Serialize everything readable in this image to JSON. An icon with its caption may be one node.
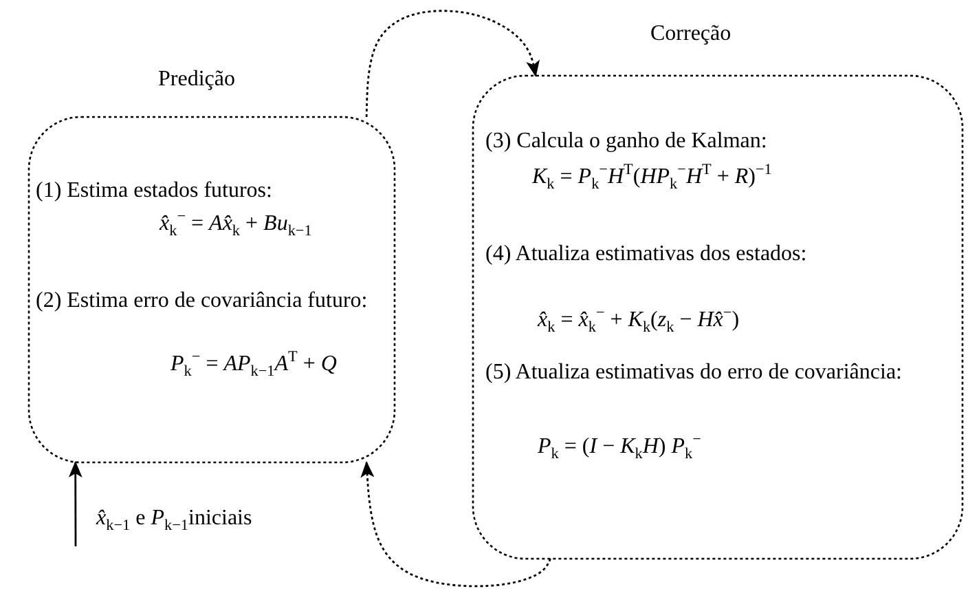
{
  "diagram": {
    "nodes": [
      {
        "text": [
          "Predição",
          "(1) Estima estados futuros:",
          "*x̂*$_{k}$$^{−}$ = *Ax̂*$_{k}$ + *Bu*$_{k−1}$",
          "(2) Estima erro de covariância futuro:",
          "*P*$_{k}$$^{−}$ = *AP*$_{k−1}$*A*$^{T}$ + *Q*"
        ]
      },
      {
        "text": [
          "Correção",
          "(3) Calcula o ganho de Kalman:",
          "*K*$_{k}$ = *P*$_{k}$$^{−}$*H*$^{T}$(*HP*$_{k}$$^{−}$*H*$^{T}$ + *R*)$^{−1}$",
          "(4) Atualiza estimativas dos estados:",
          "*x̂*$_{k}$ = *x̂*$_{k}$$^{−}$ + *K*$_{k}$(*z*$_{k}$ − *Hx̂*$^{−}$)",
          "(5) Atualiza estimativas do erro de covariância:",
          "*P*$_{k}$ = (*I* − *K*$_{k}$*H*) *P*$_{k}$$^{−}$"
        ]
      }
    ],
    "edges": [
      {
        "from": 0,
        "to": 1,
        "arrow": "to",
        "style": "dashed"
      },
      {
        "from": 1,
        "to": 0,
        "arrow": "to",
        "style": "dashed"
      },
      {
        "from": null,
        "to": 0,
        "arrow": "to"
      }
    ],
    "labels": [
      "*x̂*$_{k−1}$ e *P*$_{k−1}$iniciais"
    ]
  }
}
